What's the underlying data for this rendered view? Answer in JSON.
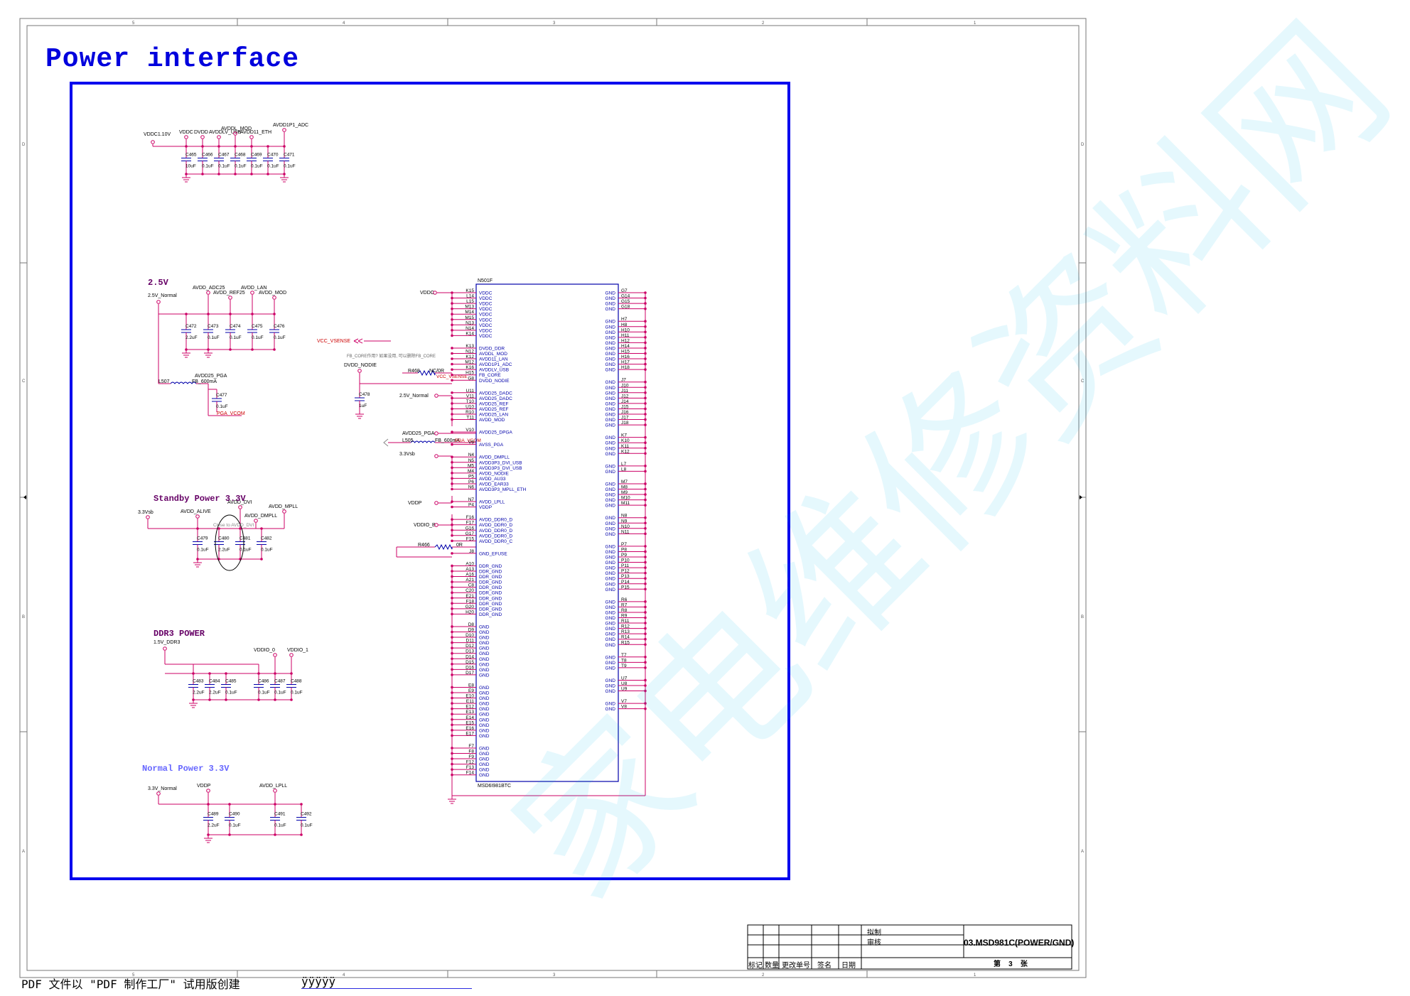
{
  "page": {
    "title": "Power interface",
    "footer_text": "PDF 文件以 \"PDF 制作工厂\" 试用版创建",
    "footer_blank": "ÿÿÿÿÿ",
    "watermark": "家电维修资料网",
    "border_color": "#0000ee",
    "net_color": "#cc0066",
    "part_color": "#0000aa"
  },
  "title_block": {
    "drawn_by": "拟制",
    "reviewed_by": "审核",
    "title": "03.MSD981C(POWER/GND)",
    "sheet_label": "第",
    "sheet_num": "3",
    "sheet_unit": "张",
    "cols": [
      "标记",
      "数量",
      "更改单号",
      "签名",
      "日期"
    ]
  },
  "frame_ticks": {
    "top": [
      "5",
      "4",
      "3",
      "2",
      "1"
    ],
    "side": [
      "D",
      "C",
      "B",
      "A"
    ]
  },
  "sections": {
    "s25": "2.5V",
    "standby": "Standby Power 3.3V",
    "ddr3": "DDR3 POWER",
    "normal": "Normal Power 3.3V"
  },
  "vddc_group": {
    "rail": "VDDC1.10V",
    "nets": [
      "VDDC",
      "DVDD",
      "AVDDLV_USB",
      "AVDDL_MOD",
      "AVDD11_ETH",
      "AVDD1P1_ADC"
    ],
    "caps": [
      {
        "ref": "C465",
        "val": "10uF"
      },
      {
        "ref": "C466",
        "val": "0.1uF"
      },
      {
        "ref": "C467",
        "val": "0.1uF"
      },
      {
        "ref": "C468",
        "val": "0.1uF"
      },
      {
        "ref": "C469",
        "val": "0.1uF"
      },
      {
        "ref": "C470",
        "val": "0.1uF"
      },
      {
        "ref": "C471",
        "val": "0.1uF"
      }
    ]
  },
  "group25": {
    "rail": "2.5V_Normal",
    "nets": [
      "AVDD_ADC25",
      "AVDD_REF25",
      "AVDD_LAN",
      "AVDD_MOD"
    ],
    "caps": [
      {
        "ref": "C472",
        "val": "2.2uF"
      },
      {
        "ref": "C473",
        "val": "0.1uF"
      },
      {
        "ref": "C474",
        "val": "0.1uF"
      },
      {
        "ref": "C475",
        "val": "0.1uF"
      },
      {
        "ref": "C476",
        "val": "0.1uF"
      }
    ],
    "ferrite": {
      "ref": "L507",
      "val": "FB_600mA"
    },
    "pga_net": "AVDD25_PGA",
    "pga_cap": {
      "ref": "C477",
      "val": "0.1uF"
    },
    "pga_vcom": "PGA_VCOM"
  },
  "standby": {
    "rail": "3.3Vsb",
    "nets": [
      "AVDD_ALIVE",
      "AVDD_DVI",
      "AVDD_DMPLL",
      "AVDD_MPLL"
    ],
    "note": "Close to AVDD_DVI",
    "caps": [
      {
        "ref": "C479",
        "val": "0.1uF"
      },
      {
        "ref": "C480",
        "val": "2.2uF"
      },
      {
        "ref": "C481",
        "val": "0.1uF"
      },
      {
        "ref": "C482",
        "val": "0.1uF"
      }
    ]
  },
  "ddr3": {
    "rail": "1.5V_DDR3",
    "nets": [
      "VDDIO_0",
      "VDDIO_1"
    ],
    "caps": [
      {
        "ref": "C483",
        "val": "2.2uF"
      },
      {
        "ref": "C484",
        "val": "2.2uF"
      },
      {
        "ref": "C485",
        "val": "0.1uF"
      },
      {
        "ref": "C486",
        "val": "0.1uF"
      },
      {
        "ref": "C487",
        "val": "0.1uF"
      },
      {
        "ref": "C488",
        "val": "0.1uF"
      }
    ]
  },
  "normal": {
    "rail": "3.3V_Normal",
    "nets": [
      "VDDP",
      "AVDD_LPLL"
    ],
    "caps": [
      {
        "ref": "C489",
        "val": "2.2uF"
      },
      {
        "ref": "C490",
        "val": "0.1uF"
      },
      {
        "ref": "C491",
        "val": "0.1uF"
      },
      {
        "ref": "C492",
        "val": "0.1uF"
      }
    ]
  },
  "mid": {
    "vcc_vsense": "VCC_VSENSE",
    "fb_note": "FB_CORE作用? 如果没用, 可以删除FB_CORE",
    "dvdd_nodie": "DVDD_NODIE",
    "r468": "R468",
    "r468_val": "NC/0R",
    "vcc_vsense2": "VCC_VSENSE",
    "c478": "C478",
    "c478_val": "1uF",
    "rail25": "2.5V_Normal",
    "pga": "AVDD25_PGA",
    "l505": "L505",
    "l505_val": "FB_600mA",
    "pga_vcom": "PGA_VCOM",
    "rail33sb": "3.3Vsb",
    "vddc": "VDDC",
    "vddp": "VDDP",
    "vddio": "VDDIO_B",
    "r466": "R466",
    "r466_val": "0R"
  },
  "chip": {
    "ref": "N501F",
    "part": "MSD6I981BTC",
    "left_groups": [
      {
        "pins": [
          "K15",
          "L14",
          "L15",
          "M13",
          "M14",
          "M15",
          "N13",
          "N14",
          "K14"
        ],
        "names": [
          "VDDC",
          "VDDC",
          "VDDC",
          "VDDC",
          "VDDC",
          "VDDC",
          "VDDC",
          "VDDC",
          "VDDC"
        ]
      },
      {
        "pins": [
          "K13",
          "N12",
          "K12",
          "M12",
          "K16",
          "H15",
          "G8"
        ],
        "names": [
          "DVDD_DDR",
          "AVDDL_MOD",
          "AVDD11_LAN",
          "AVDD1P1_ADC",
          "AVDDLV_USB",
          "FB_CORE",
          "DVDD_NODIE"
        ]
      },
      {
        "pins": [
          "U11",
          "V11",
          "T10",
          "U10",
          "R10",
          "T11"
        ],
        "names": [
          "AVDD25_DADC",
          "AVDD25_DADC",
          "AVDD25_REF",
          "AVDD25_REF",
          "AVDD25_LAN",
          "AVDD_MOD"
        ]
      },
      {
        "pins": [
          "V10"
        ],
        "names": [
          "AVDD25_DPGA"
        ]
      },
      {
        "pins": [
          "V9"
        ],
        "names": [
          "AVSS_PGA"
        ]
      },
      {
        "pins": [
          "N4",
          "N5",
          "M5",
          "M4",
          "P5",
          "P6",
          "N6"
        ],
        "names": [
          "AVDD_DMPLL",
          "AVDD3P3_DVI_USB",
          "AVDD3P3_DVI_USB",
          "AVDD_NODIE",
          "AVDD_AU33",
          "AVDD_EAR33",
          "AVDD3P3_MPLL_ETH"
        ]
      },
      {
        "pins": [
          "N7",
          "P4"
        ],
        "names": [
          "AVDD_LPLL",
          "VDDP"
        ]
      },
      {
        "pins": [
          "F16",
          "F17",
          "G16",
          "G17",
          "F15"
        ],
        "names": [
          "AVDD_DDR0_D",
          "AVDD_DDR0_D",
          "AVDD_DDR0_D",
          "AVDD_DDR0_D",
          "AVDD_DDR0_C"
        ]
      },
      {
        "pins": [
          "J8"
        ],
        "names": [
          "GND_EFUSE"
        ]
      },
      {
        "pins": [
          "A10",
          "A13",
          "A16",
          "A21",
          "C8",
          "C20",
          "E21",
          "F18",
          "G20",
          "H20"
        ],
        "names": [
          "DDR_GND",
          "DDR_GND",
          "DDR_GND",
          "DDR_GND",
          "DDR_GND",
          "DDR_GND",
          "DDR_GND",
          "DDR_GND",
          "DDR_GND",
          "DDR_GND"
        ]
      },
      {
        "pins": [
          "D8",
          "D9",
          "D10",
          "D11",
          "D12",
          "D13",
          "D14",
          "D15",
          "D16",
          "D17"
        ],
        "names": [
          "GND",
          "GND",
          "GND",
          "GND",
          "GND",
          "GND",
          "GND",
          "GND",
          "GND",
          "GND"
        ]
      },
      {
        "pins": [
          "E8",
          "E9",
          "E10",
          "E11",
          "E12",
          "E13",
          "E14",
          "E15",
          "E16",
          "E17"
        ],
        "names": [
          "GND",
          "GND",
          "GND",
          "GND",
          "GND",
          "GND",
          "GND",
          "GND",
          "GND",
          "GND"
        ]
      },
      {
        "pins": [
          "F7",
          "F8",
          "F9",
          "F12",
          "F13",
          "F14"
        ],
        "names": [
          "GND",
          "GND",
          "GND",
          "GND",
          "GND",
          "GND"
        ]
      }
    ],
    "right_groups": [
      {
        "pins": [
          "G7",
          "G14",
          "G15",
          "G18"
        ]
      },
      {
        "pins": [
          "H7",
          "H8",
          "H10",
          "H11",
          "H12",
          "H14",
          "H15",
          "H16",
          "H17",
          "H18"
        ]
      },
      {
        "pins": [
          "J7",
          "J10",
          "J11",
          "J12",
          "J14",
          "J15",
          "J16",
          "J17",
          "J18"
        ]
      },
      {
        "pins": [
          "K7",
          "K10",
          "K11",
          "K12"
        ]
      },
      {
        "pins": [
          "L7",
          "L8"
        ]
      },
      {
        "pins": [
          "M7",
          "M8",
          "M9",
          "M10",
          "M11"
        ]
      },
      {
        "pins": [
          "N8",
          "N9",
          "N10",
          "N11"
        ]
      },
      {
        "pins": [
          "P7",
          "P8",
          "P9",
          "P10",
          "P11",
          "P12",
          "P13",
          "P14",
          "P15"
        ]
      },
      {
        "pins": [
          "R6",
          "R7",
          "R8",
          "R9",
          "R11",
          "R12",
          "R13",
          "R14",
          "R15"
        ]
      },
      {
        "pins": [
          "T7",
          "T8",
          "T9"
        ]
      },
      {
        "pins": [
          "U7",
          "U8",
          "U9"
        ]
      },
      {
        "pins": [
          "V7",
          "V8"
        ]
      }
    ],
    "gnd_name": "GND"
  }
}
